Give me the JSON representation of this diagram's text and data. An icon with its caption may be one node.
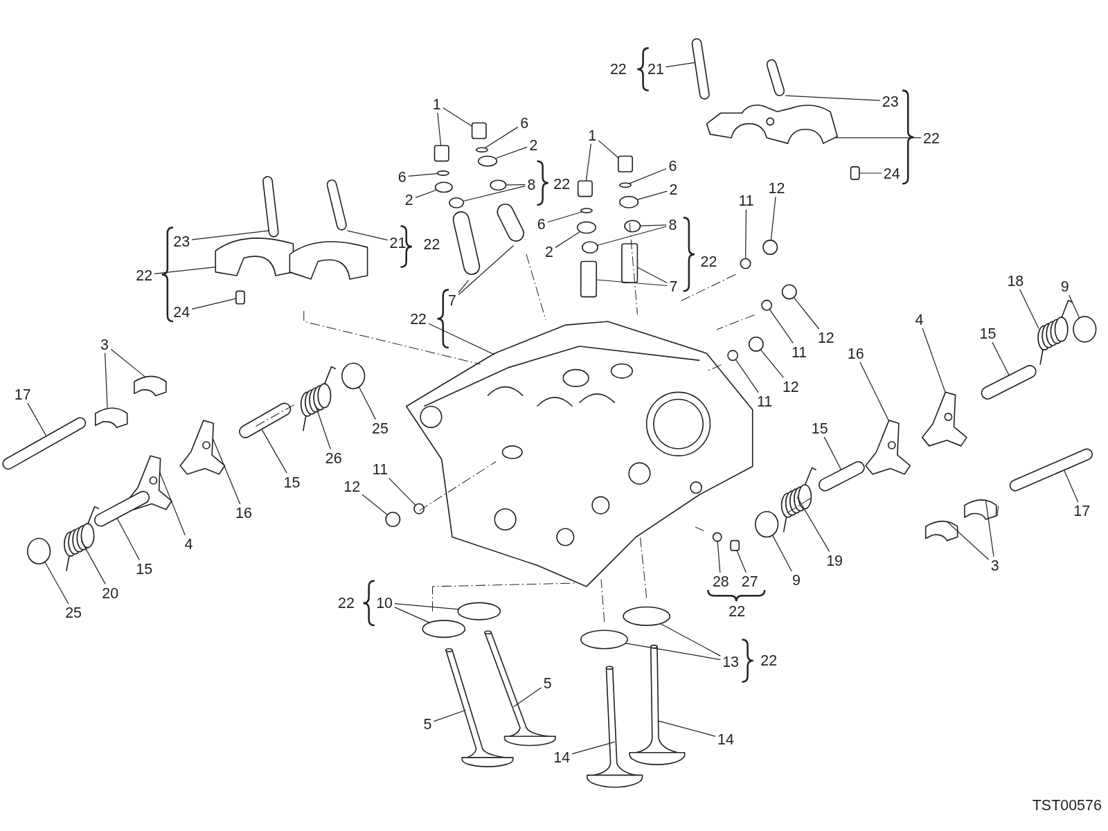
{
  "diagram": {
    "nodes": [
      {
        "text": [
          "21"
        ]
      },
      {
        "text": [
          "23"
        ]
      },
      {
        "text": [
          "22"
        ]
      },
      {
        "text": [
          "24"
        ]
      },
      {
        "text": [
          "23"
        ]
      },
      {
        "text": [
          "22"
        ]
      },
      {
        "text": [
          "24"
        ]
      },
      {
        "text": [
          "21"
        ]
      },
      {
        "text": [
          "1"
        ]
      },
      {
        "text": [
          "6"
        ]
      },
      {
        "text": [
          "2"
        ]
      },
      {
        "text": [
          "6"
        ]
      },
      {
        "text": [
          "2"
        ]
      },
      {
        "text": [
          "8"
        ]
      },
      {
        "text": [
          "7"
        ]
      },
      {
        "text": [
          "22"
        ]
      },
      {
        "text": [
          "1"
        ]
      },
      {
        "text": [
          "6"
        ]
      },
      {
        "text": [
          "2"
        ]
      },
      {
        "text": [
          "6"
        ]
      },
      {
        "text": [
          "2"
        ]
      },
      {
        "text": [
          "8"
        ]
      },
      {
        "text": [
          "7"
        ]
      },
      {
        "text": [
          "11"
        ]
      },
      {
        "text": [
          "12"
        ]
      },
      {
        "text": [
          "11"
        ]
      },
      {
        "text": [
          "12"
        ]
      },
      {
        "text": [
          "12"
        ]
      },
      {
        "text": [
          "11"
        ]
      },
      {
        "text": [
          "18"
        ]
      },
      {
        "text": [
          "9"
        ]
      },
      {
        "text": [
          "4"
        ]
      },
      {
        "text": [
          "15"
        ]
      },
      {
        "text": [
          "16"
        ]
      },
      {
        "text": [
          "15"
        ]
      },
      {
        "text": [
          "17"
        ]
      },
      {
        "text": [
          "3"
        ]
      },
      {
        "text": [
          "9"
        ]
      },
      {
        "text": [
          "19"
        ]
      },
      {
        "text": [
          "28"
        ]
      },
      {
        "text": [
          "27"
        ]
      },
      {
        "text": [
          "3"
        ]
      },
      {
        "text": [
          "17"
        ]
      },
      {
        "text": [
          "25"
        ]
      },
      {
        "text": [
          "26"
        ]
      },
      {
        "text": [
          "15"
        ]
      },
      {
        "text": [
          "16"
        ]
      },
      {
        "text": [
          "4"
        ]
      },
      {
        "text": [
          "15"
        ]
      },
      {
        "text": [
          "20"
        ]
      },
      {
        "text": [
          "25"
        ]
      },
      {
        "text": [
          "11"
        ]
      },
      {
        "text": [
          "12"
        ]
      },
      {
        "text": [
          "10"
        ]
      },
      {
        "text": [
          "5"
        ]
      },
      {
        "text": [
          "5"
        ]
      },
      {
        "text": [
          "13"
        ]
      },
      {
        "text": [
          "14"
        ]
      },
      {
        "text": [
          "14"
        ]
      },
      {
        "text": [],
        "shape": "bar"
      },
      {
        "text": [],
        "shape": "bar"
      },
      {
        "text": [],
        "shape": "picture"
      },
      {
        "text": [],
        "shape": "box"
      },
      {
        "text": [],
        "shape": "bar"
      },
      {
        "text": [],
        "shape": "picture"
      },
      {
        "text": [],
        "shape": "box"
      },
      {
        "text": [],
        "shape": "bar"
      },
      {
        "text": [],
        "shape": "box"
      },
      {
        "text": [],
        "shape": "box"
      },
      {
        "text": [],
        "shape": "circle"
      },
      {
        "text": [],
        "shape": "circle"
      },
      {
        "text": [],
        "shape": "circle"
      },
      {
        "text": [],
        "shape": "circle"
      },
      {
        "text": [],
        "shape": "circle"
      },
      {
        "text": [],
        "shape": "circle"
      },
      {
        "text": [],
        "shape": "bar"
      },
      {
        "text": [],
        "shape": "bar"
      },
      {
        "text": [],
        "shape": "picture"
      },
      {
        "text": [],
        "shape": "box"
      },
      {
        "text": [],
        "shape": "box"
      },
      {
        "text": [],
        "shape": "circle"
      },
      {
        "text": [],
        "shape": "circle"
      },
      {
        "text": [],
        "shape": "circle"
      },
      {
        "text": [],
        "shape": "circle"
      },
      {
        "text": [],
        "shape": "circle"
      },
      {
        "text": [],
        "shape": "circle"
      },
      {
        "text": [],
        "shape": "box"
      },
      {
        "text": [],
        "shape": "box"
      },
      {
        "text": [],
        "shape": "circle"
      },
      {
        "text": [],
        "shape": "circle"
      },
      {
        "text": [],
        "shape": "circle"
      },
      {
        "text": [],
        "shape": "circle"
      },
      {
        "text": [],
        "shape": "circle"
      },
      {
        "text": [],
        "shape": "circle"
      },
      {
        "text": [],
        "shape": "picture"
      },
      {
        "text": [],
        "shape": "circle"
      },
      {
        "text": [],
        "shape": "picture"
      },
      {
        "text": [],
        "shape": "bar"
      },
      {
        "text": [],
        "shape": "picture"
      },
      {
        "text": [],
        "shape": "bar"
      },
      {
        "text": [],
        "shape": "bar"
      },
      {
        "text": [],
        "shape": "picture"
      },
      {
        "text": [],
        "shape": "picture"
      },
      {
        "text": [],
        "shape": "circle"
      },
      {
        "text": [],
        "shape": "picture"
      },
      {
        "text": [],
        "shape": "circle"
      },
      {
        "text": [],
        "shape": "box"
      },
      {
        "text": [],
        "shape": "picture"
      },
      {
        "text": [],
        "shape": "picture"
      },
      {
        "text": [],
        "shape": "bar"
      },
      {
        "text": [],
        "shape": "circle"
      },
      {
        "text": [],
        "shape": "picture"
      },
      {
        "text": [],
        "shape": "bar"
      },
      {
        "text": [],
        "shape": "picture"
      },
      {
        "text": [],
        "shape": "picture"
      },
      {
        "text": [],
        "shape": "bar"
      },
      {
        "text": [],
        "shape": "picture"
      },
      {
        "text": [],
        "shape": "circle"
      },
      {
        "text": [],
        "shape": "circle"
      },
      {
        "text": [],
        "shape": "circle"
      },
      {
        "text": [],
        "shape": "circle"
      },
      {
        "text": [],
        "shape": "circle"
      },
      {
        "text": [],
        "shape": "picture"
      },
      {
        "text": [],
        "shape": "picture"
      },
      {
        "text": [],
        "shape": "circle"
      },
      {
        "text": [],
        "shape": "circle"
      },
      {
        "text": [],
        "shape": "picture"
      },
      {
        "text": [],
        "shape": "picture"
      }
    ],
    "edges": [
      {
        "from": 0,
        "to": 59,
        "arrow": "none"
      },
      {
        "from": 1,
        "to": 60,
        "arrow": "none"
      },
      {
        "from": 2,
        "to": 61,
        "arrow": "none"
      },
      {
        "from": 3,
        "to": 62,
        "arrow": "none"
      },
      {
        "from": 4,
        "to": 63,
        "arrow": "none"
      },
      {
        "from": 5,
        "to": 64,
        "arrow": "none"
      },
      {
        "from": 6,
        "to": 65,
        "arrow": "none"
      },
      {
        "from": 7,
        "to": 66,
        "arrow": "none"
      },
      {
        "from": 8,
        "to": 67,
        "arrow": "none"
      },
      {
        "from": 8,
        "to": 68,
        "arrow": "none"
      },
      {
        "from": 9,
        "to": 69,
        "arrow": "none"
      },
      {
        "from": 10,
        "to": 70,
        "arrow": "none"
      },
      {
        "from": 11,
        "to": 71,
        "arrow": "none"
      },
      {
        "from": 12,
        "to": 72,
        "arrow": "none"
      },
      {
        "from": 13,
        "to": 73,
        "arrow": "none"
      },
      {
        "from": 13,
        "to": 74,
        "arrow": "none"
      },
      {
        "from": 14,
        "to": 75,
        "arrow": "none"
      },
      {
        "from": 14,
        "to": 76,
        "arrow": "none"
      },
      {
        "from": 15,
        "to": 77,
        "arrow": "none"
      },
      {
        "from": 16,
        "to": 78,
        "arrow": "none"
      },
      {
        "from": 16,
        "to": 79,
        "arrow": "none"
      },
      {
        "from": 17,
        "to": 80,
        "arrow": "none"
      },
      {
        "from": 18,
        "to": 81,
        "arrow": "none"
      },
      {
        "from": 19,
        "to": 82,
        "arrow": "none"
      },
      {
        "from": 20,
        "to": 83,
        "arrow": "none"
      },
      {
        "from": 21,
        "to": 84,
        "arrow": "none"
      },
      {
        "from": 21,
        "to": 85,
        "arrow": "none"
      },
      {
        "from": 22,
        "to": 86,
        "arrow": "none"
      },
      {
        "from": 22,
        "to": 87,
        "arrow": "none"
      },
      {
        "from": 23,
        "to": 88,
        "arrow": "none"
      },
      {
        "from": 24,
        "to": 89,
        "arrow": "none"
      },
      {
        "from": 25,
        "to": 90,
        "arrow": "none"
      },
      {
        "from": 26,
        "to": 91,
        "arrow": "none"
      },
      {
        "from": 27,
        "to": 92,
        "arrow": "none"
      },
      {
        "from": 28,
        "to": 93,
        "arrow": "none"
      },
      {
        "from": 29,
        "to": 94,
        "arrow": "none"
      },
      {
        "from": 30,
        "to": 95,
        "arrow": "none"
      },
      {
        "from": 31,
        "to": 96,
        "arrow": "none"
      },
      {
        "from": 32,
        "to": 97,
        "arrow": "none"
      },
      {
        "from": 33,
        "to": 98,
        "arrow": "none"
      },
      {
        "from": 34,
        "to": 99,
        "arrow": "none"
      },
      {
        "from": 35,
        "to": 100,
        "arrow": "none"
      },
      {
        "from": 36,
        "to": 101,
        "arrow": "none"
      },
      {
        "from": 36,
        "to": 102,
        "arrow": "none"
      },
      {
        "from": 37,
        "to": 103,
        "arrow": "none"
      },
      {
        "from": 38,
        "to": 104,
        "arrow": "none"
      },
      {
        "from": 39,
        "to": 105,
        "arrow": "none"
      },
      {
        "from": 40,
        "to": 106,
        "arrow": "none"
      },
      {
        "from": 41,
        "to": 107,
        "arrow": "none"
      },
      {
        "from": 41,
        "to": 108,
        "arrow": "none"
      },
      {
        "from": 42,
        "to": 109,
        "arrow": "none"
      },
      {
        "from": 43,
        "to": 110,
        "arrow": "none"
      },
      {
        "from": 44,
        "to": 111,
        "arrow": "none"
      },
      {
        "from": 45,
        "to": 112,
        "arrow": "none"
      },
      {
        "from": 46,
        "to": 113,
        "arrow": "none"
      },
      {
        "from": 47,
        "to": 114,
        "arrow": "none"
      },
      {
        "from": 48,
        "to": 115,
        "arrow": "none"
      },
      {
        "from": 49,
        "to": 116,
        "arrow": "none"
      },
      {
        "from": 50,
        "to": 117,
        "arrow": "none"
      },
      {
        "from": 51,
        "to": 118,
        "arrow": "none"
      },
      {
        "from": 52,
        "to": 119,
        "arrow": "none"
      },
      {
        "from": 53,
        "to": 120,
        "arrow": "none"
      },
      {
        "from": 53,
        "to": 121,
        "arrow": "none"
      },
      {
        "from": 54,
        "to": 122,
        "arrow": "none"
      },
      {
        "from": 55,
        "to": 123,
        "arrow": "none"
      },
      {
        "from": 56,
        "to": 124,
        "arrow": "none"
      },
      {
        "from": 56,
        "to": 125,
        "arrow": "none"
      },
      {
        "from": 57,
        "to": 126,
        "arrow": "none"
      },
      {
        "from": 58,
        "to": 127,
        "arrow": "none"
      }
    ],
    "labels": [
      "22",
      "22",
      "22",
      "22",
      "22",
      "22",
      "22",
      "TST00576"
    ]
  }
}
